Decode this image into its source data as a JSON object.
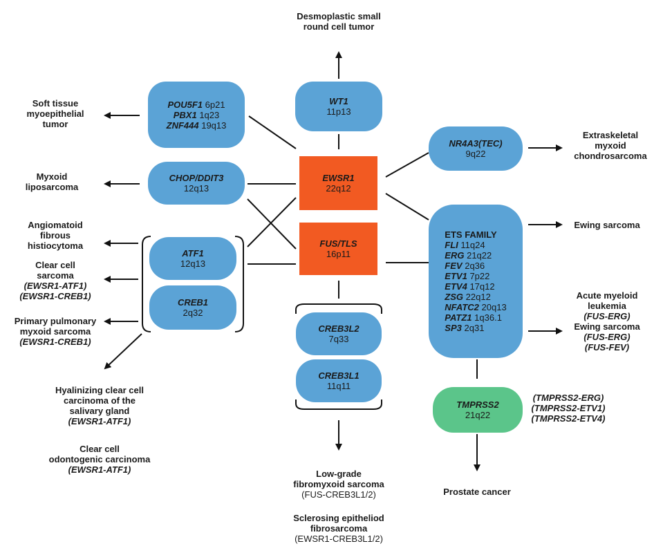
{
  "nodes": {
    "wt1": {
      "gene": "WT1",
      "loc": "11p13"
    },
    "ewsr1": {
      "gene": "EWSR1",
      "loc": "22q12"
    },
    "fus": {
      "gene": "FUS/TLS",
      "loc": "16p11"
    },
    "pou5f1": {
      "rows": [
        {
          "gene": "POU5F1",
          "loc": "6p21"
        },
        {
          "gene": "PBX1",
          "loc": "1q23"
        },
        {
          "gene": "ZNF444",
          "loc": "19q13"
        }
      ]
    },
    "chop": {
      "gene": "CHOP/DDIT3",
      "loc": "12q13"
    },
    "atf1": {
      "gene": "ATF1",
      "loc": "12q13"
    },
    "creb1": {
      "gene": "CREB1",
      "loc": "2q32"
    },
    "creb3l2": {
      "gene": "CREB3L2",
      "loc": "7q33"
    },
    "creb3l1": {
      "gene": "CREB3L1",
      "loc": "11q11"
    },
    "nr4a3": {
      "gene": "NR4A3(TEC)",
      "loc": "9q22"
    },
    "ets": {
      "title": "ETS FAMILY",
      "rows": [
        {
          "gene": "FLI",
          "loc": "11q24"
        },
        {
          "gene": "ERG",
          "loc": "21q22"
        },
        {
          "gene": "FEV",
          "loc": "2q36"
        },
        {
          "gene": "ETV1",
          "loc": "7p22"
        },
        {
          "gene": "ETV4",
          "loc": "17q12"
        },
        {
          "gene": "ZSG",
          "loc": "22q12"
        },
        {
          "gene": "NFATC2",
          "loc": "20q13"
        },
        {
          "gene": "PATZ1",
          "loc": "1q36.1"
        },
        {
          "gene": "SP3",
          "loc": "2q31"
        }
      ]
    },
    "tmprss2": {
      "gene": "TMPRSS2",
      "loc": "21q22"
    }
  },
  "labels": {
    "desmoplastic": [
      "Desmoplastic small",
      "round cell tumor"
    ],
    "soft_tissue": [
      "Soft tissue",
      "myoepithelial",
      "tumor"
    ],
    "myxoid_lipo": [
      "Myxoid",
      "liposarcoma"
    ],
    "angiomatoid": [
      "Angiomatoid",
      "fibrous",
      "histiocytoma"
    ],
    "clear_cell": [
      "Clear cell",
      "sarcoma"
    ],
    "clear_cell_fusions": [
      "(EWSR1-ATF1)",
      "(EWSR1-CREB1)"
    ],
    "pulmonary": [
      "Primary pulmonary",
      "myxoid sarcoma"
    ],
    "pulmonary_fusion": "(EWSR1-CREB1)",
    "hyalinizing": [
      "Hyalinizing clear cell",
      "carcinoma of the",
      "salivary gland"
    ],
    "hyalinizing_fusion": "(EWSR1-ATF1)",
    "odontogenic": [
      "Clear cell",
      "odontogenic carcinoma"
    ],
    "odontogenic_fusion": "(EWSR1-ATF1)",
    "low_grade": [
      "Low-grade",
      "fibromyxoid sarcoma",
      "(FUS-CREB3L1/2)"
    ],
    "sclerosing": [
      "Sclerosing epitheliod",
      "fibrosarcoma",
      "(EWSR1-CREB3L1/2)"
    ],
    "extraskeletal": [
      "Extraskeletal",
      "myxoid",
      "chondrosarcoma"
    ],
    "ewing": "Ewing sarcoma",
    "aml": [
      "Acute myeloid",
      "leukemia"
    ],
    "aml_fusion": "(FUS-ERG)",
    "ewing2": "Ewing sarcoma",
    "ewing2_fusions": [
      "(FUS-ERG)",
      "(FUS-FEV)"
    ],
    "tmprss2_fusions": [
      "(TMPRSS2-ERG)",
      "(TMPRSS2-ETV1)",
      "(TMPRSS2-ETV4)"
    ],
    "prostate": "Prostate cancer"
  },
  "colors": {
    "pill": "#5ba3d6",
    "orange": "#f25a22",
    "green": "#5bc58a",
    "line": "#111111"
  }
}
